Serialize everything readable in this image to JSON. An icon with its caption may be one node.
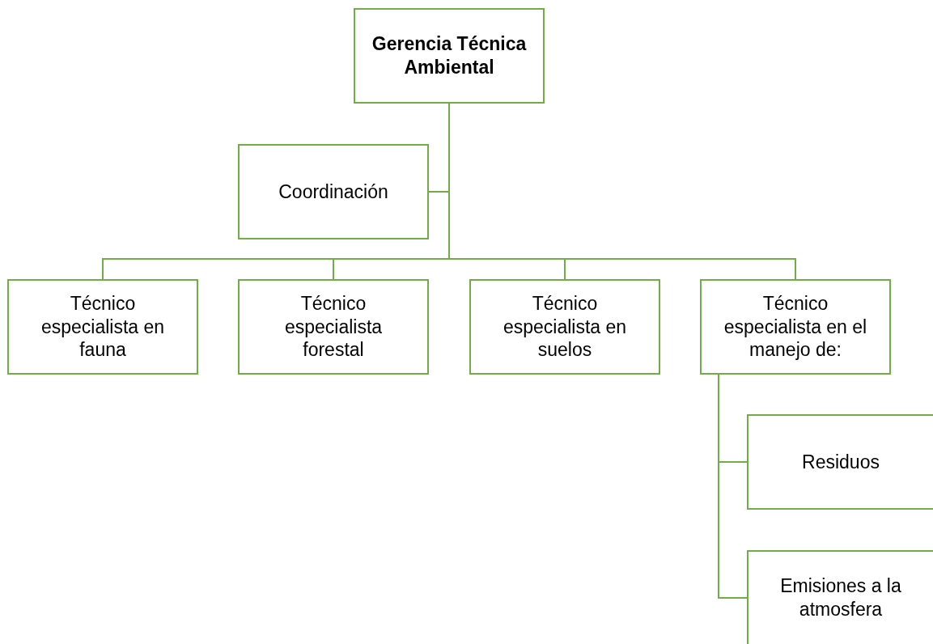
{
  "diagram": {
    "nodes": [
      {
        "text": [
          "Gerencia Técnica Ambiental"
        ]
      },
      {
        "text": [
          "Coordinación"
        ]
      },
      {
        "text": [
          "Técnico especialista en fauna"
        ]
      },
      {
        "text": [
          "Técnico especialista forestal"
        ]
      },
      {
        "text": [
          "Técnico especialista en suelos"
        ]
      },
      {
        "text": [
          "Técnico especialista en el manejo de:"
        ]
      },
      {
        "text": [
          "Residuos"
        ]
      },
      {
        "text": [
          "Emisiones a la atmosfera"
        ]
      }
    ],
    "edges": [
      {
        "from": 0,
        "to": 1,
        "arrow": "none"
      },
      {
        "from": 0,
        "to": 2,
        "arrow": "none"
      },
      {
        "from": 0,
        "to": 3,
        "arrow": "none"
      },
      {
        "from": 0,
        "to": 4,
        "arrow": "none"
      },
      {
        "from": 0,
        "to": 5,
        "arrow": "none"
      },
      {
        "from": 5,
        "to": 6,
        "arrow": "none"
      },
      {
        "from": 5,
        "to": 7,
        "arrow": "none"
      }
    ]
  }
}
